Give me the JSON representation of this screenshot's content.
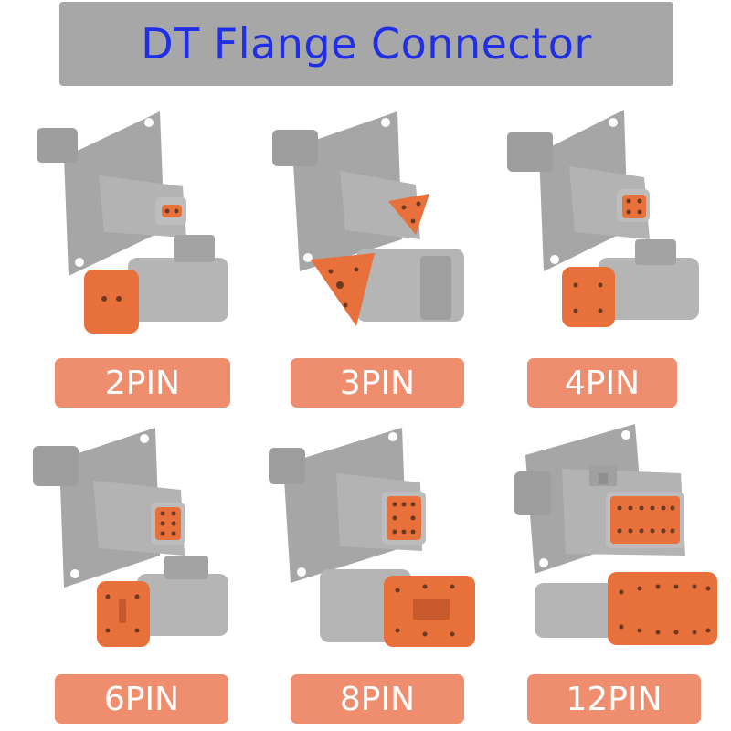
{
  "title": "DT Flange Connector",
  "colors": {
    "title_bg": "#a7a7a7",
    "title_text": "#1f2fe6",
    "label_bg": "#ee8e6e",
    "label_text": "#ffffff",
    "connector_gray": "#a9a9a9",
    "seal_orange": "#e8703a"
  },
  "products": [
    {
      "label": "2PIN",
      "pins": 2
    },
    {
      "label": "3PIN",
      "pins": 3
    },
    {
      "label": "4PIN",
      "pins": 4
    },
    {
      "label": "6PIN",
      "pins": 6
    },
    {
      "label": "8PIN",
      "pins": 8
    },
    {
      "label": "12PIN",
      "pins": 12
    }
  ]
}
